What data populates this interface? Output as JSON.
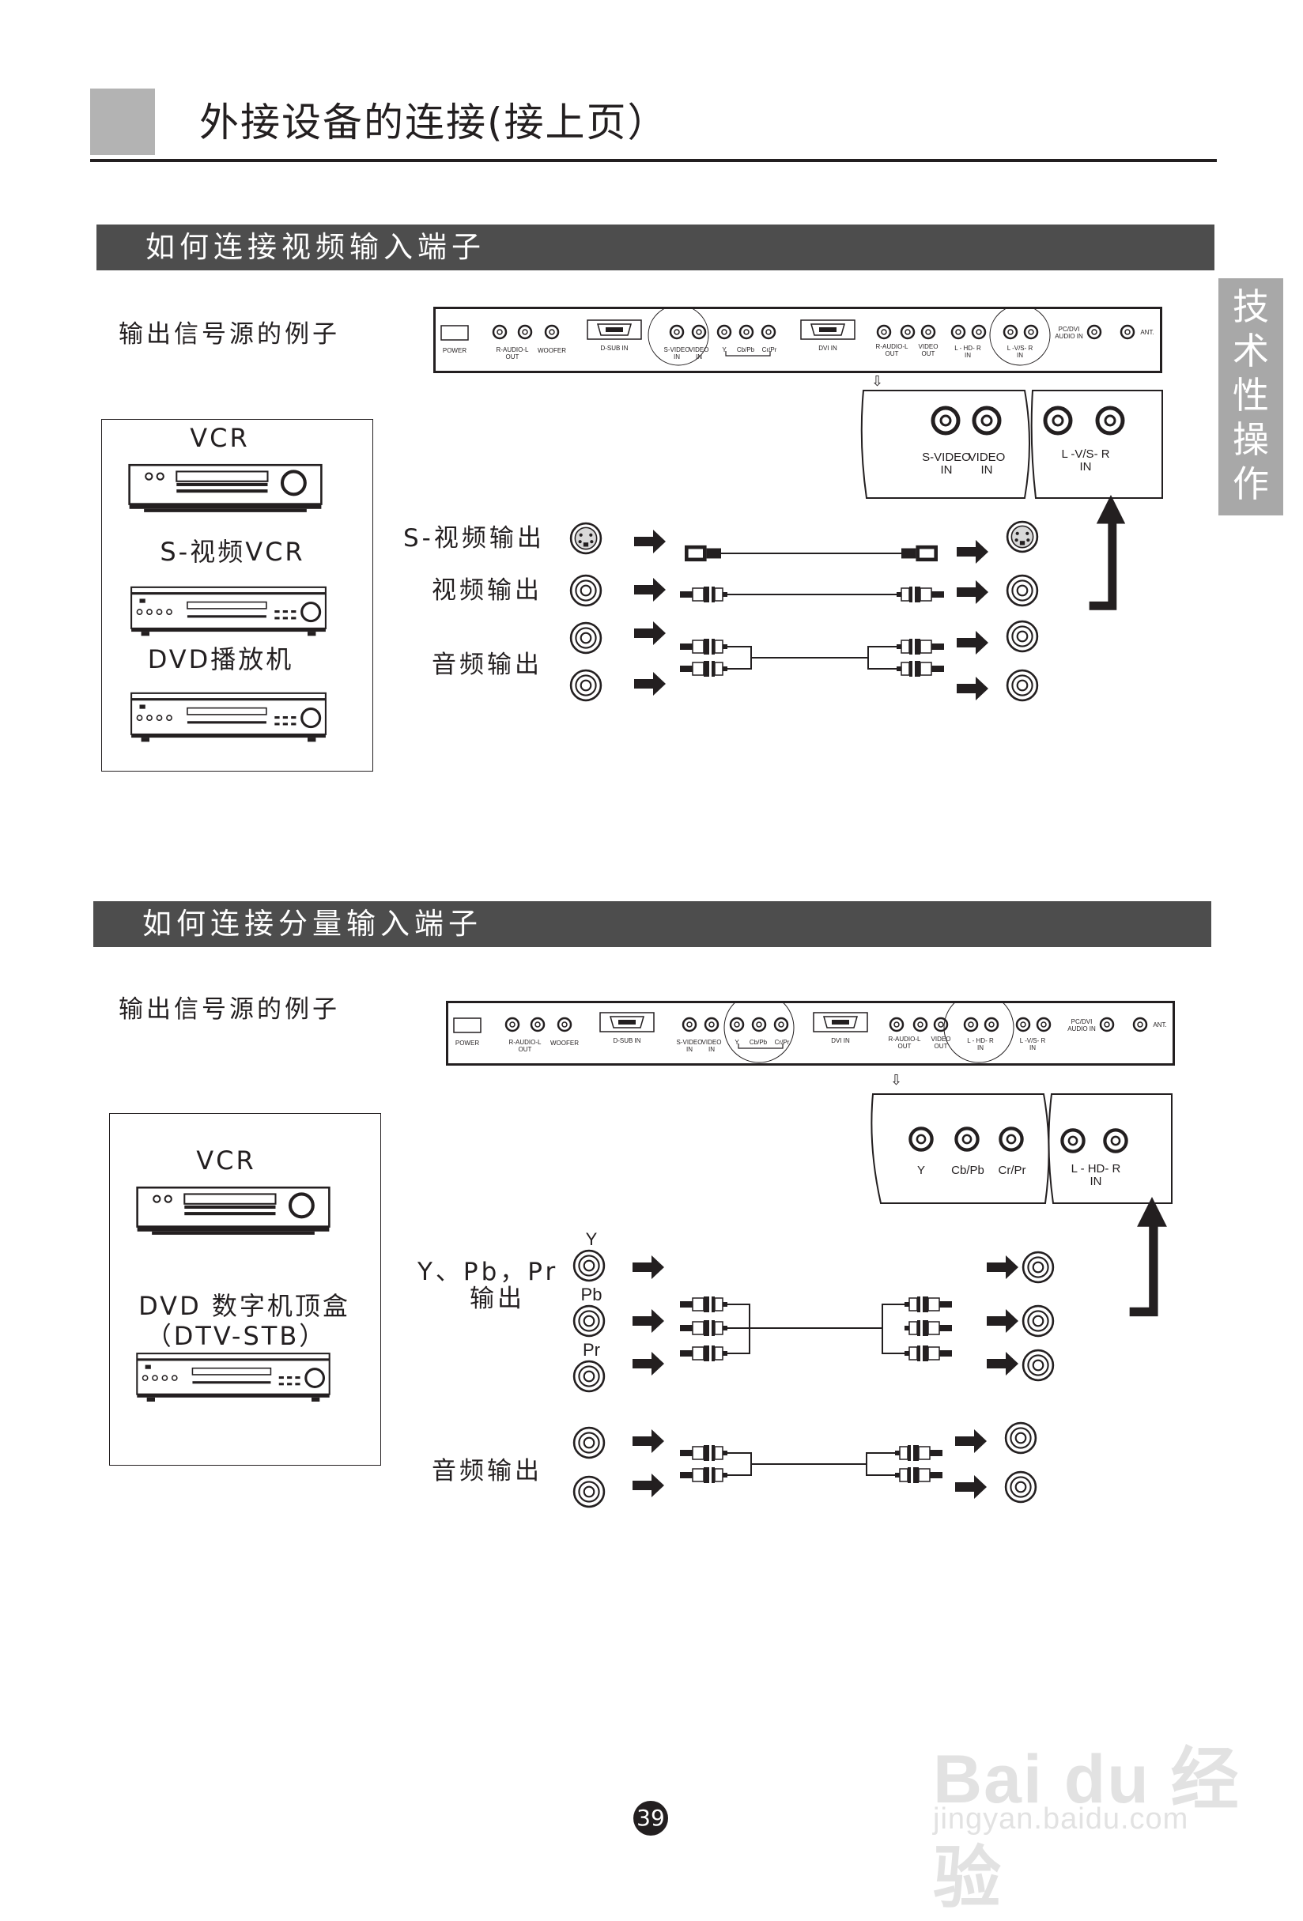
{
  "header": {
    "title": "外接设备的连接(接上页）"
  },
  "side_tab": {
    "chars": [
      "技",
      "术",
      "性",
      "操",
      "作"
    ]
  },
  "panel_labels": {
    "power": "POWER",
    "r_audio_l": "R-AUDIO-L",
    "out": "OUT",
    "woofer": "WOOFER",
    "dsub_in": "D-SUB IN",
    "s_video": "S-VIDEO",
    "in": "IN",
    "video": "VIDEO",
    "y": "Y",
    "cb_pb": "Cb/Pb",
    "cr_pr": "Cr/Pr",
    "dvi_in": "DVI IN",
    "video_out_a": "VIDEO",
    "video_out_b": "OUT",
    "l_hd_r": "L - HD- R",
    "l_vs_r": "L -V/S- R",
    "pc_dvi_a": "PC/DVI",
    "pc_dvi_b": "AUDIO IN",
    "ant": "ANT."
  },
  "section1": {
    "heading": "如何连接视频输入端子",
    "example_label": "输出信号源的例子",
    "devices": [
      "VCR",
      "S-视频VCR",
      "DVD播放机"
    ],
    "signals": {
      "svideo_out": "S-视频输出",
      "video_out": "视频输出",
      "audio_out": "音频输出"
    },
    "zoom_labels": {
      "s_video": "S-VIDEO",
      "s_video_in": "IN",
      "video": "VIDEO",
      "video_in": "IN",
      "l_vs_r": "L -V/S- R",
      "l_vs_r_in": "IN"
    }
  },
  "section2": {
    "heading": "如何连接分量输入端子",
    "example_label": "输出信号源的例子",
    "devices": [
      "VCR",
      "DVD 数字机顶盒",
      "（DTV-STB）"
    ],
    "signals": {
      "ypbpr_line1": "Y、Pb，Pr",
      "ypbpr_line2": "输出",
      "audio_out": "音频输出",
      "y": "Y",
      "pb": "Pb",
      "pr": "Pr"
    },
    "zoom_labels": {
      "y": "Y",
      "cb_pb": "Cb/Pb",
      "cr_pr": "Cr/Pr",
      "l_hd_r": "L - HD- R",
      "l_hd_r_in": "IN"
    }
  },
  "page_number": "39",
  "watermark": {
    "brand": "Bai du 经验",
    "url": "jingyan.baidu.com"
  },
  "colors": {
    "text": "#231f20",
    "section_bar": "#4d4d4d",
    "title_block": "#b3b3b3",
    "side_tab": "#a8a8a8"
  }
}
